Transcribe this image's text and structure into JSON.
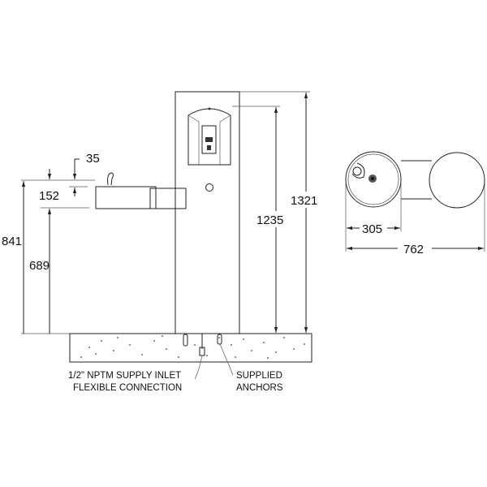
{
  "dimensions": {
    "spout_offset": "35",
    "bowl_height": "152",
    "fountain_rim_height": "841",
    "fountain_bottom_height": "689",
    "filler_height": "1235",
    "overall_height": "1321",
    "bowl_diameter": "305",
    "overall_depth": "762"
  },
  "callouts": {
    "supply_line1": "1/2\" NPTM SUPPLY INLET",
    "supply_line2": "FLEXIBLE CONNECTION",
    "anchors_line1": "SUPPLIED",
    "anchors_line2": "ANCHORS"
  }
}
